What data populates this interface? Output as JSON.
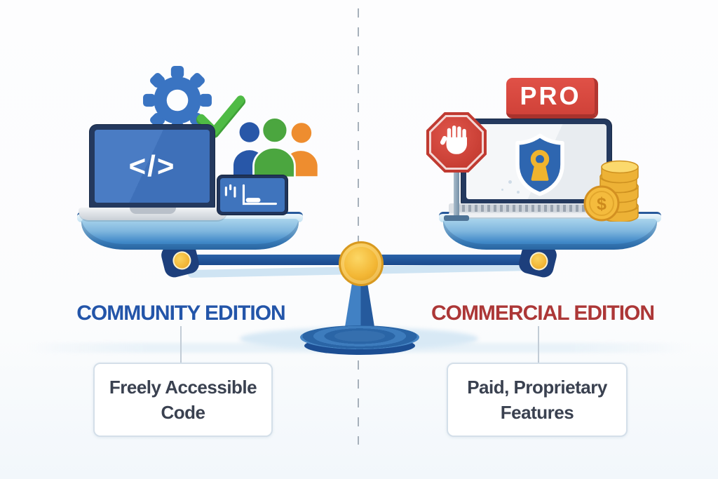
{
  "left": {
    "title": "COMMUNITY EDITION",
    "caption_line1": "Freely Accessible",
    "caption_line2": "Code",
    "screen_glyph": "</>"
  },
  "right": {
    "title": "COMMERCIAL EDITION",
    "caption_line1": "Paid, Proprietary",
    "caption_line2": "Features",
    "badge_label": "PRO",
    "coin_symbol": "$"
  },
  "icons": {
    "left_side": [
      "gear-icon",
      "checkmark-icon",
      "community-people-icon",
      "code-laptop-icon",
      "chart-tablet-icon"
    ],
    "right_side": [
      "stop-hand-icon",
      "shield-lock-laptop-icon",
      "pro-badge",
      "coin-stack-icon",
      "dollar-coin-icon"
    ],
    "center": [
      "balance-scale-icon"
    ]
  },
  "colors": {
    "title_left": "#2355a9",
    "title_right": "#ac3737",
    "caption_text": "#3a4150",
    "scale_beam_blue": "#1b498c",
    "pan_blue": "#4189c8",
    "pivot_gold": "#f3b735",
    "badge_red": "#d04239",
    "stop_sign_red": "#c73d33",
    "check_green": "#4fbb45",
    "person_blue": "#2857a8",
    "person_green": "#4ba63f",
    "person_orange": "#ee8d2f",
    "laptop_screen_blue": "#3e70b9",
    "coin_gold": "#f2b435",
    "divider_gray": "#a7b1bb"
  }
}
